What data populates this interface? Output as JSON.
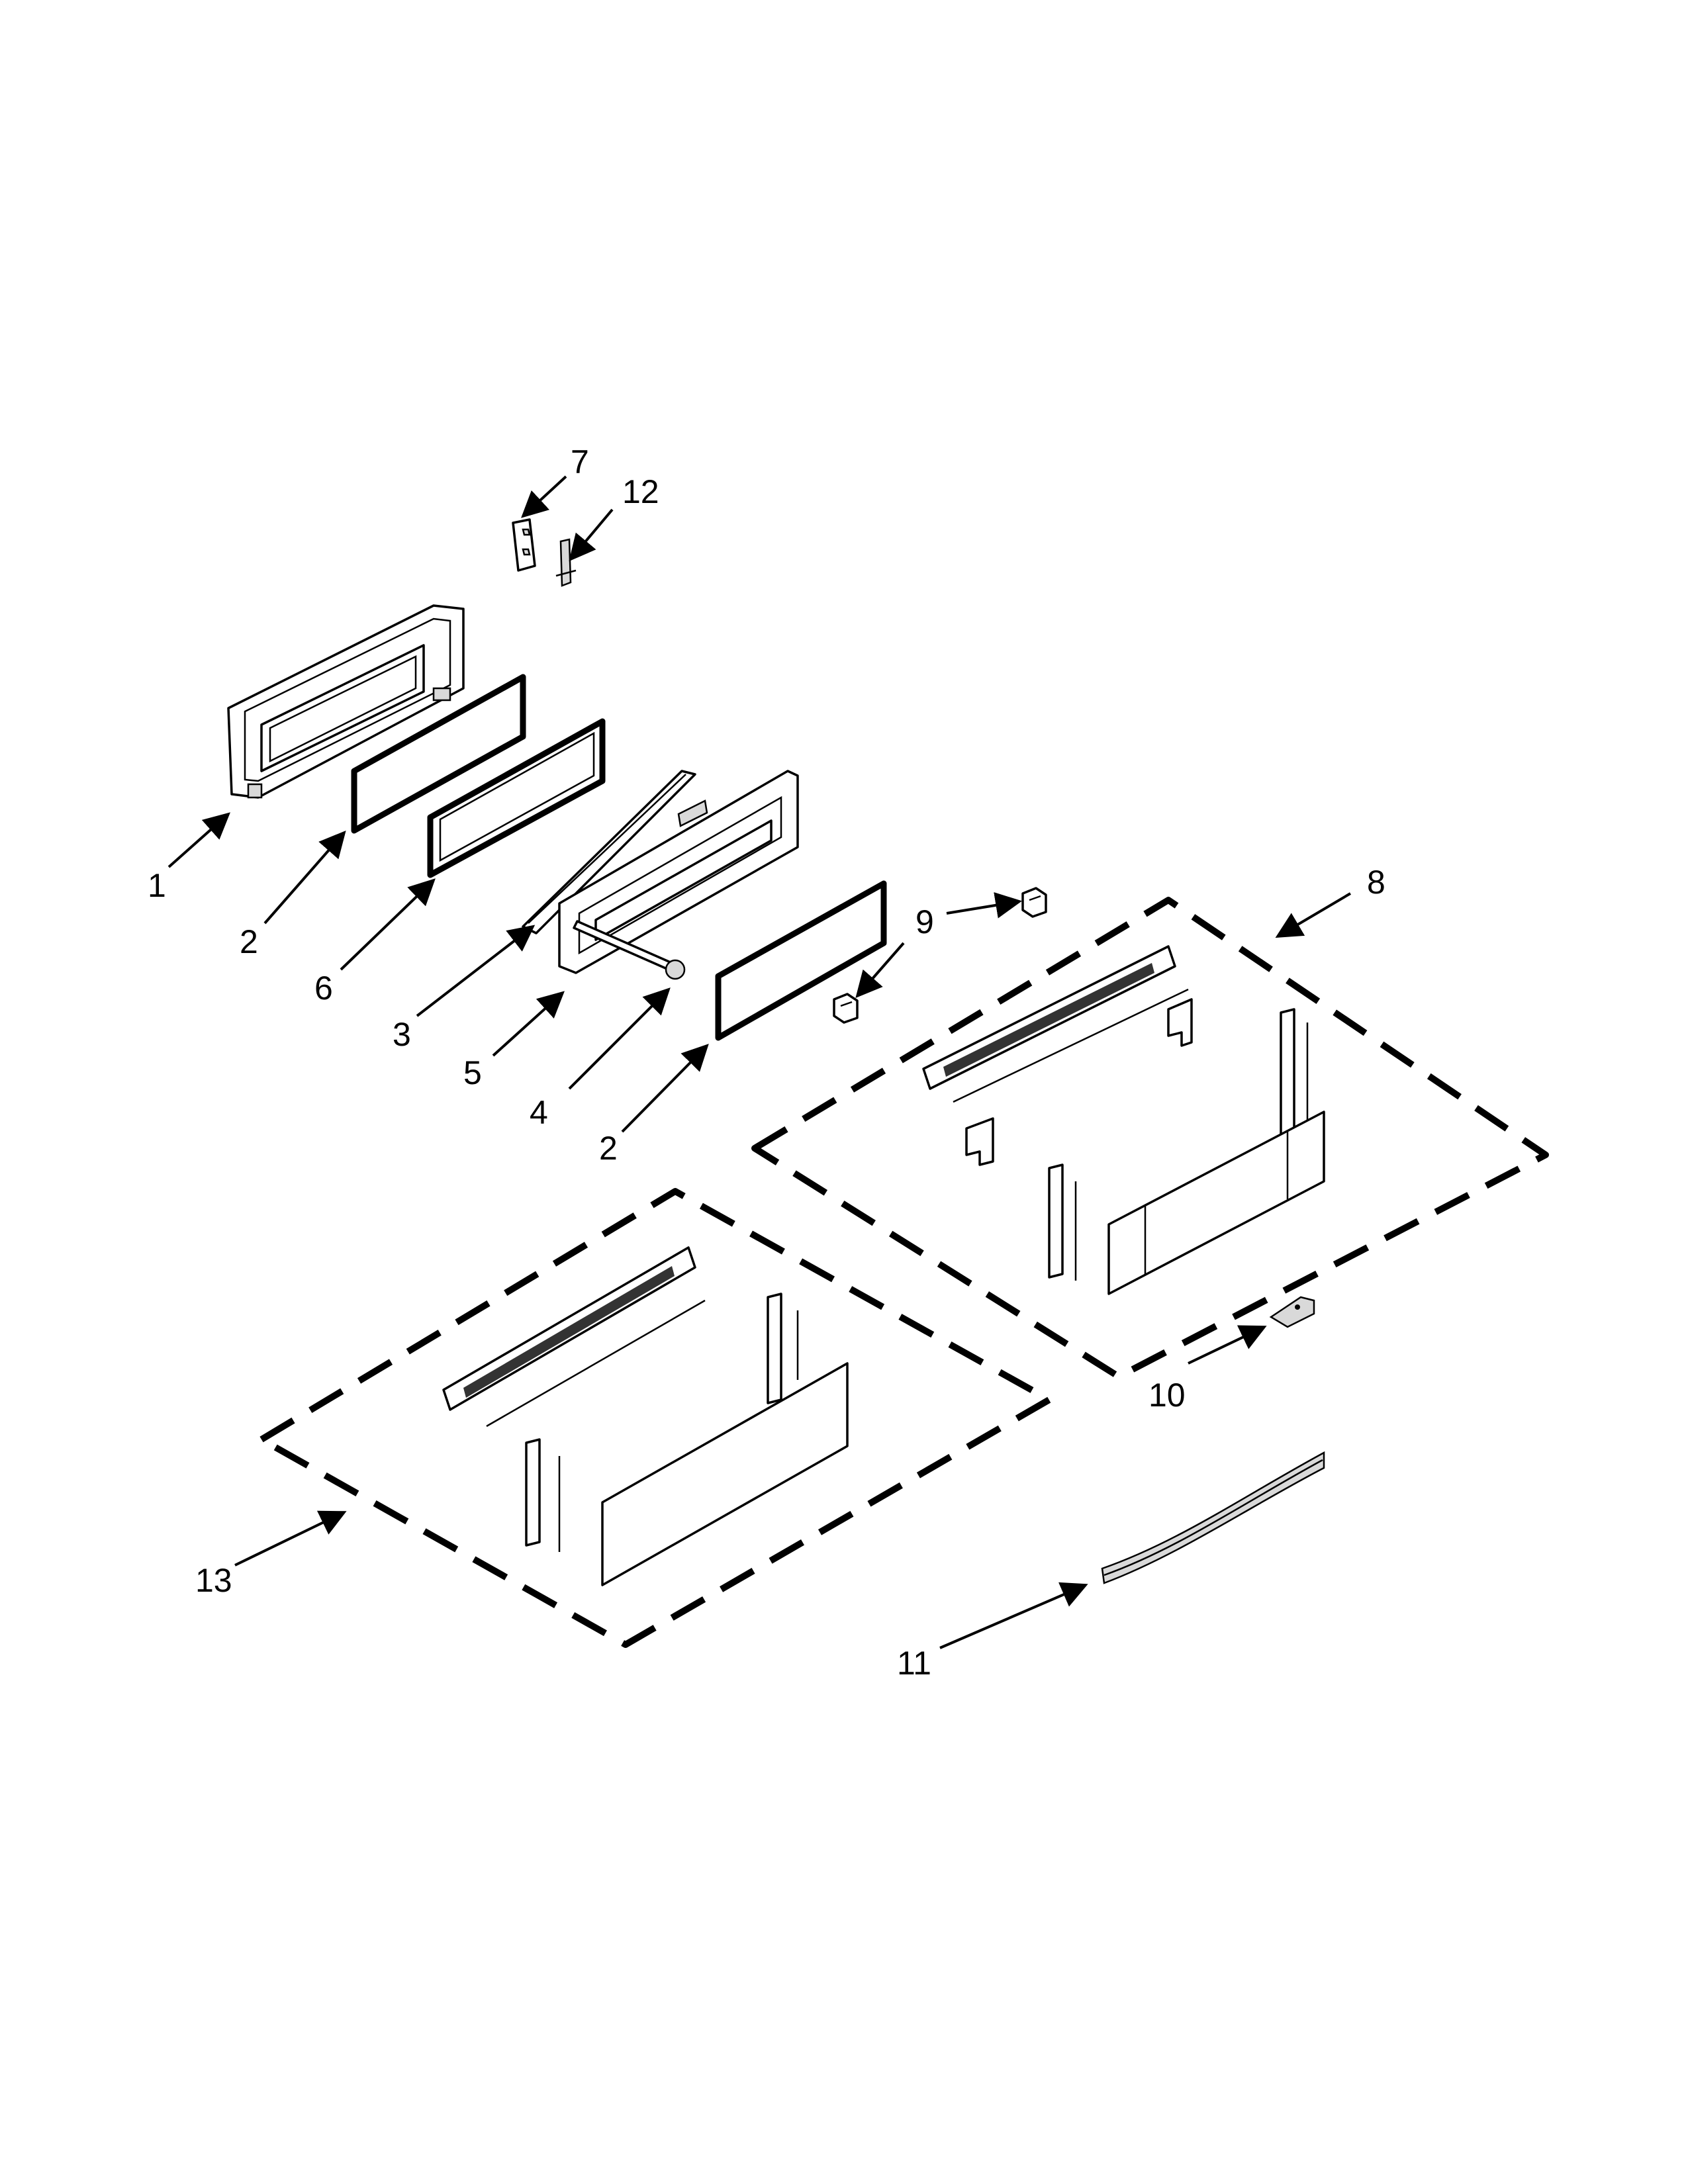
{
  "callouts": {
    "c1": "1",
    "c2a": "2",
    "c2b": "2",
    "c3": "3",
    "c4": "4",
    "c5": "5",
    "c6": "6",
    "c7": "7",
    "c8": "8",
    "c9": "9",
    "c10": "10",
    "c11": "11",
    "c12": "12",
    "c13": "13"
  },
  "colors": {
    "line": "#000000",
    "background": "#ffffff",
    "shade": "#d9d9d9"
  }
}
